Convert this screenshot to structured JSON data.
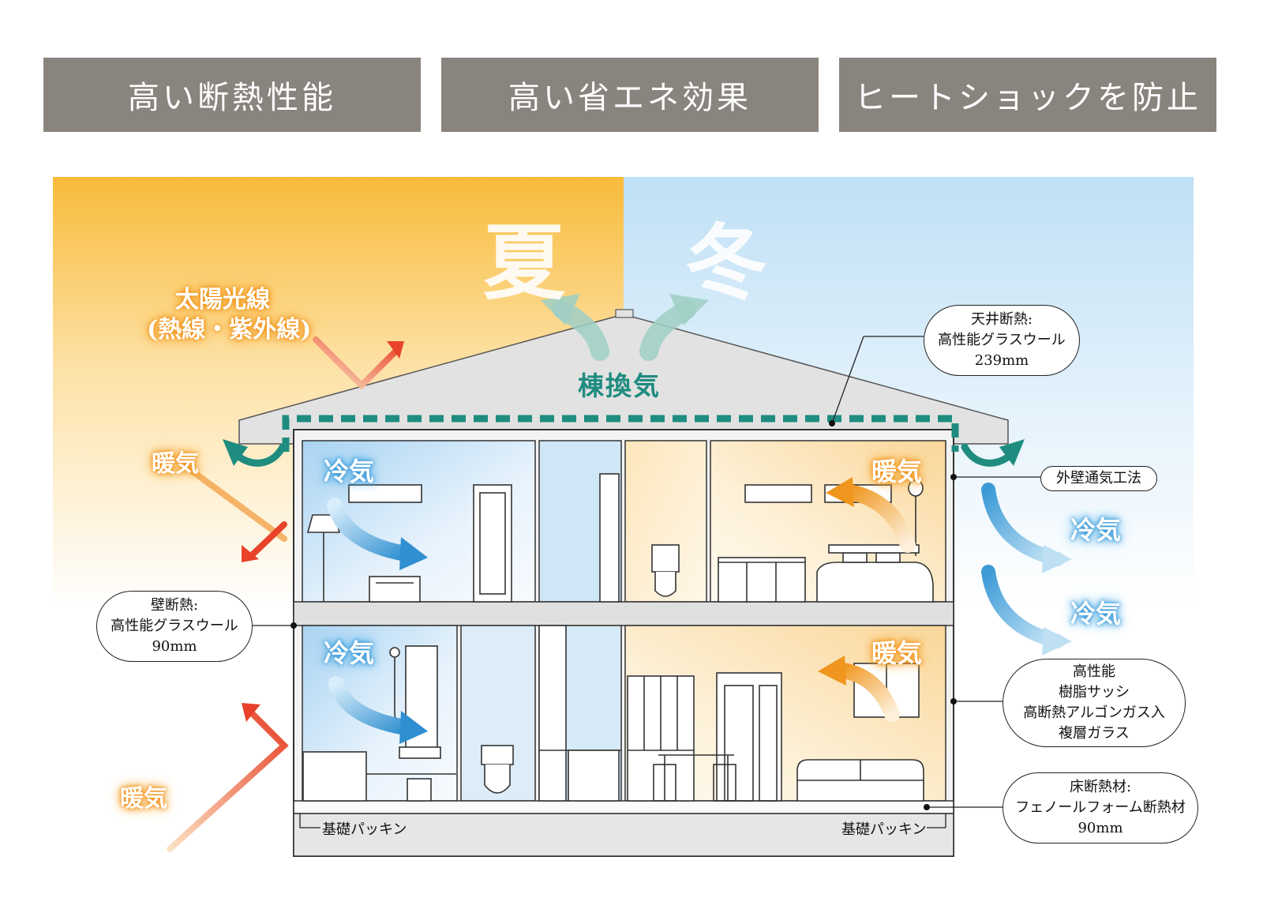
{
  "banners": [
    "高い断熱性能",
    "高い省エネ効果",
    "ヒートショックを防止"
  ],
  "seasons": {
    "summer": "夏",
    "winter": "冬"
  },
  "labels": {
    "sun_line1": "太陽光線",
    "sun_line2": "(熱線・紫外線)",
    "warm_air": "暖気",
    "cool_air": "冷気",
    "ridge_vent": "棟換気",
    "outer_wall": "外壁通気工法",
    "foundation_left": "基礎パッキン",
    "foundation_right": "基礎パッキン"
  },
  "callouts": {
    "ceiling": [
      "天井断熱:",
      "高性能グラスウール",
      "239mm"
    ],
    "wall": [
      "壁断熱:",
      "高性能グラスウール",
      "90mm"
    ],
    "window": [
      "高性能",
      "樹脂サッシ",
      "高断熱アルゴンガス入",
      "複層ガラス"
    ],
    "floor": [
      "床断熱材:",
      "フェノールフォーム断熱材",
      "90mm"
    ]
  },
  "colors": {
    "banner_bg": "#8a847e",
    "summer_top": "#f8bb3a",
    "winter_top": "#bfe0f5",
    "ventilation": "#1f8c80",
    "warm_arrow": "#e8432a",
    "cool_arrow": "#3c9ad6"
  }
}
